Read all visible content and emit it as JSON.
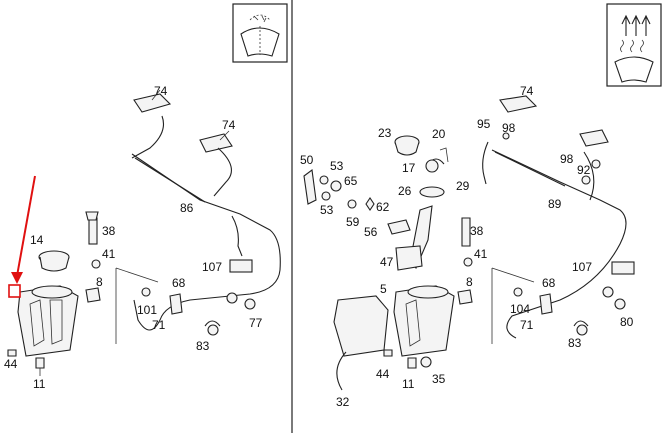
{
  "panels": [
    {
      "id": "left",
      "labels": [
        "74",
        "74",
        "86",
        "38",
        "14",
        "41",
        "8",
        "68",
        "101",
        "71",
        "107",
        "77",
        "83",
        "44",
        "11"
      ]
    },
    {
      "id": "right",
      "labels": [
        "74",
        "95",
        "98",
        "23",
        "20",
        "50",
        "53",
        "65",
        "17",
        "29",
        "98",
        "92",
        "26",
        "53",
        "59",
        "62",
        "89",
        "56",
        "38",
        "47",
        "41",
        "107",
        "8",
        "5",
        "68",
        "104",
        "71",
        "80",
        "83",
        "44",
        "11",
        "35",
        "32"
      ]
    }
  ],
  "icons": {
    "left": "single-nozzle-spray-icon",
    "right": "heated-triple-nozzle-spray-icon"
  },
  "highlight": {
    "color": "#e01010",
    "marker": "red-arrow-icon"
  }
}
